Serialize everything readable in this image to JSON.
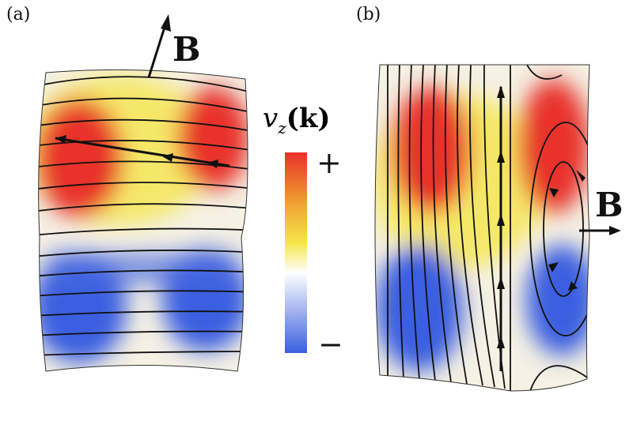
{
  "panels": [
    {
      "label": "(a)",
      "field_label": "B"
    },
    {
      "label": "(b)",
      "field_label": "B"
    }
  ],
  "colorbar": {
    "title_var": "v",
    "title_sub": "z",
    "title_arg": "(k)",
    "max_label": "+",
    "min_label": "−",
    "colors": {
      "high": "#e8302a",
      "mid_high": "#f5e64a",
      "mid": "#ffffff",
      "low": "#3a5fe0"
    }
  }
}
